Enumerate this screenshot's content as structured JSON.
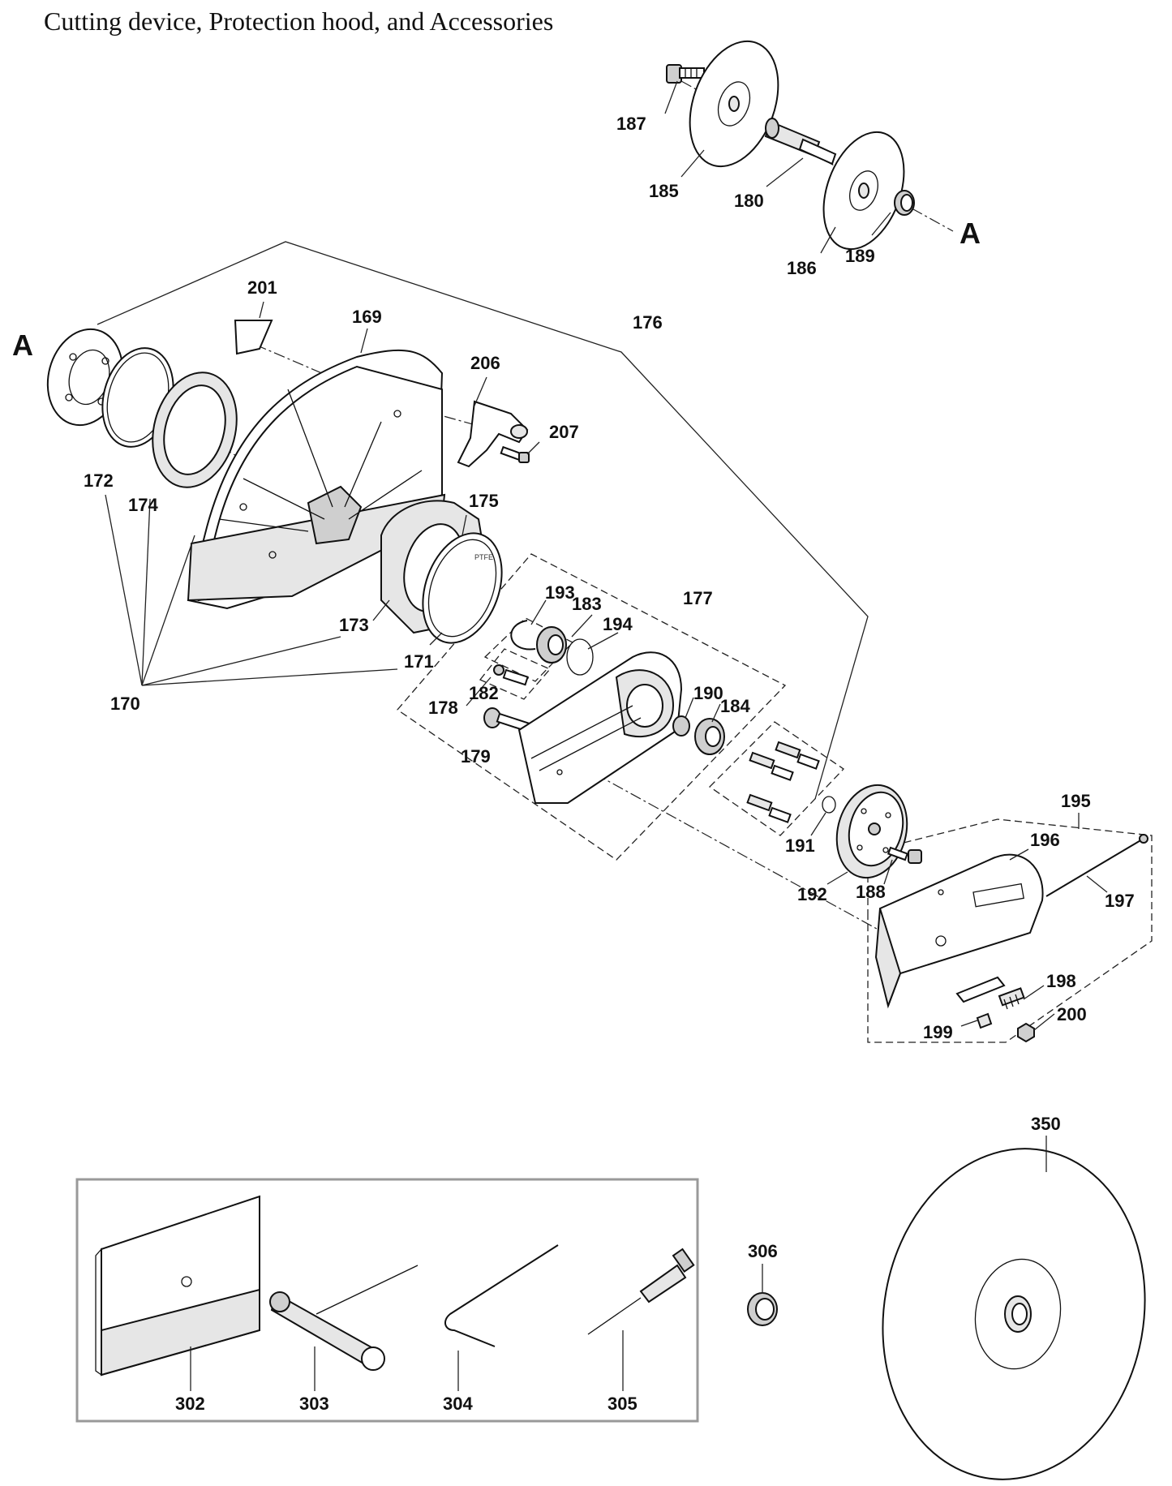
{
  "title": "Cutting device, Protection hood, and Accessories",
  "ref_marker": "A",
  "ptfe_mark": "PTFE",
  "parts": [
    {
      "id": "p169",
      "number": "169"
    },
    {
      "id": "p170",
      "number": "170"
    },
    {
      "id": "p171",
      "number": "171"
    },
    {
      "id": "p172",
      "number": "172"
    },
    {
      "id": "p173",
      "number": "173"
    },
    {
      "id": "p174",
      "number": "174"
    },
    {
      "id": "p175",
      "number": "175"
    },
    {
      "id": "p176",
      "number": "176"
    },
    {
      "id": "p177",
      "number": "177"
    },
    {
      "id": "p178",
      "number": "178"
    },
    {
      "id": "p179",
      "number": "179"
    },
    {
      "id": "p180",
      "number": "180"
    },
    {
      "id": "p182",
      "number": "182"
    },
    {
      "id": "p183",
      "number": "183"
    },
    {
      "id": "p184",
      "number": "184"
    },
    {
      "id": "p185",
      "number": "185"
    },
    {
      "id": "p186",
      "number": "186"
    },
    {
      "id": "p187",
      "number": "187"
    },
    {
      "id": "p188",
      "number": "188"
    },
    {
      "id": "p189",
      "number": "189"
    },
    {
      "id": "p190",
      "number": "190"
    },
    {
      "id": "p191",
      "number": "191"
    },
    {
      "id": "p192",
      "number": "192"
    },
    {
      "id": "p193",
      "number": "193"
    },
    {
      "id": "p194",
      "number": "194"
    },
    {
      "id": "p195",
      "number": "195"
    },
    {
      "id": "p196",
      "number": "196"
    },
    {
      "id": "p197",
      "number": "197"
    },
    {
      "id": "p198",
      "number": "198"
    },
    {
      "id": "p199",
      "number": "199"
    },
    {
      "id": "p200",
      "number": "200"
    },
    {
      "id": "p201",
      "number": "201"
    },
    {
      "id": "p206",
      "number": "206"
    },
    {
      "id": "p207",
      "number": "207"
    },
    {
      "id": "p302",
      "number": "302"
    },
    {
      "id": "p303",
      "number": "303"
    },
    {
      "id": "p304",
      "number": "304"
    },
    {
      "id": "p305",
      "number": "305"
    },
    {
      "id": "p306",
      "number": "306"
    },
    {
      "id": "p350",
      "number": "350"
    }
  ]
}
